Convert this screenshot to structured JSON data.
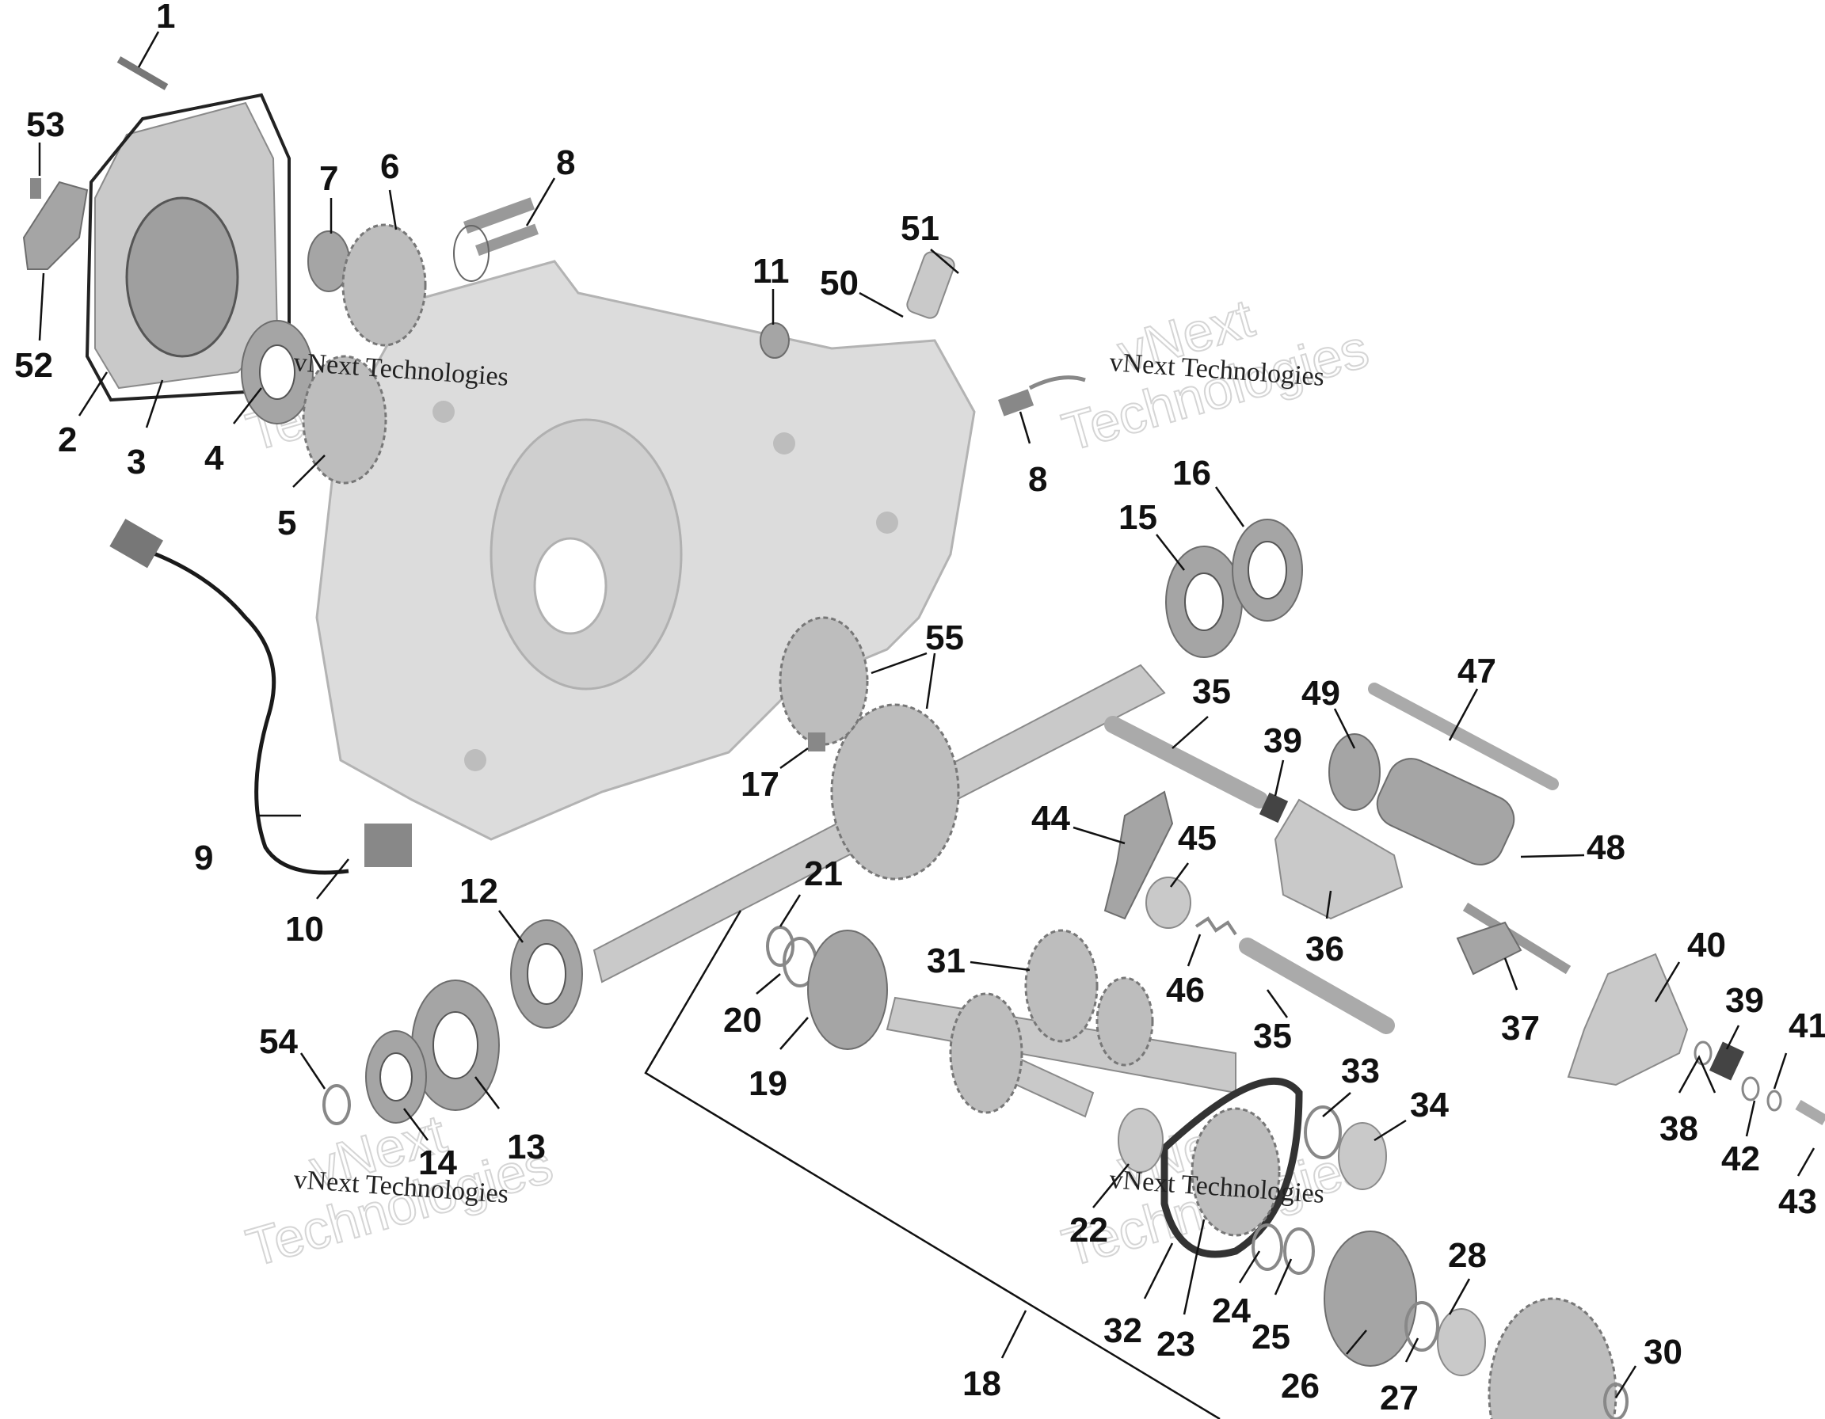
{
  "watermark": {
    "brand": "vNext",
    "company": "vNext Technologies",
    "word": "Technologies"
  },
  "callouts": [
    {
      "id": "c1",
      "label": "1"
    },
    {
      "id": "c53",
      "label": "53"
    },
    {
      "id": "c7",
      "label": "7"
    },
    {
      "id": "c6",
      "label": "6"
    },
    {
      "id": "c8a",
      "label": "8"
    },
    {
      "id": "c52",
      "label": "52"
    },
    {
      "id": "c2",
      "label": "2"
    },
    {
      "id": "c3",
      "label": "3"
    },
    {
      "id": "c4",
      "label": "4"
    },
    {
      "id": "c5",
      "label": "5"
    },
    {
      "id": "c51",
      "label": "51"
    },
    {
      "id": "c11",
      "label": "11"
    },
    {
      "id": "c50",
      "label": "50"
    },
    {
      "id": "c8b",
      "label": "8"
    },
    {
      "id": "c16",
      "label": "16"
    },
    {
      "id": "c15",
      "label": "15"
    },
    {
      "id": "c55",
      "label": "55"
    },
    {
      "id": "c17",
      "label": "17"
    },
    {
      "id": "c47",
      "label": "47"
    },
    {
      "id": "c35a",
      "label": "35"
    },
    {
      "id": "c49",
      "label": "49"
    },
    {
      "id": "c39a",
      "label": "39"
    },
    {
      "id": "c44",
      "label": "44"
    },
    {
      "id": "c45",
      "label": "45"
    },
    {
      "id": "c48",
      "label": "48"
    },
    {
      "id": "c9",
      "label": "9"
    },
    {
      "id": "c10",
      "label": "10"
    },
    {
      "id": "c12",
      "label": "12"
    },
    {
      "id": "c21",
      "label": "21"
    },
    {
      "id": "c31",
      "label": "31"
    },
    {
      "id": "c36",
      "label": "36"
    },
    {
      "id": "c46",
      "label": "46"
    },
    {
      "id": "c40",
      "label": "40"
    },
    {
      "id": "c20",
      "label": "20"
    },
    {
      "id": "c19",
      "label": "19"
    },
    {
      "id": "c35b",
      "label": "35"
    },
    {
      "id": "c37",
      "label": "37"
    },
    {
      "id": "c39b",
      "label": "39"
    },
    {
      "id": "c41",
      "label": "41"
    },
    {
      "id": "c54",
      "label": "54"
    },
    {
      "id": "c33",
      "label": "33"
    },
    {
      "id": "c34",
      "label": "34"
    },
    {
      "id": "c38",
      "label": "38"
    },
    {
      "id": "c42",
      "label": "42"
    },
    {
      "id": "c14",
      "label": "14"
    },
    {
      "id": "c13",
      "label": "13"
    },
    {
      "id": "c43",
      "label": "43"
    },
    {
      "id": "c22",
      "label": "22"
    },
    {
      "id": "c28",
      "label": "28"
    },
    {
      "id": "c32",
      "label": "32"
    },
    {
      "id": "c23",
      "label": "23"
    },
    {
      "id": "c24",
      "label": "24"
    },
    {
      "id": "c25",
      "label": "25"
    },
    {
      "id": "c30",
      "label": "30"
    },
    {
      "id": "c18",
      "label": "18"
    },
    {
      "id": "c26",
      "label": "26"
    },
    {
      "id": "c27",
      "label": "27"
    }
  ]
}
